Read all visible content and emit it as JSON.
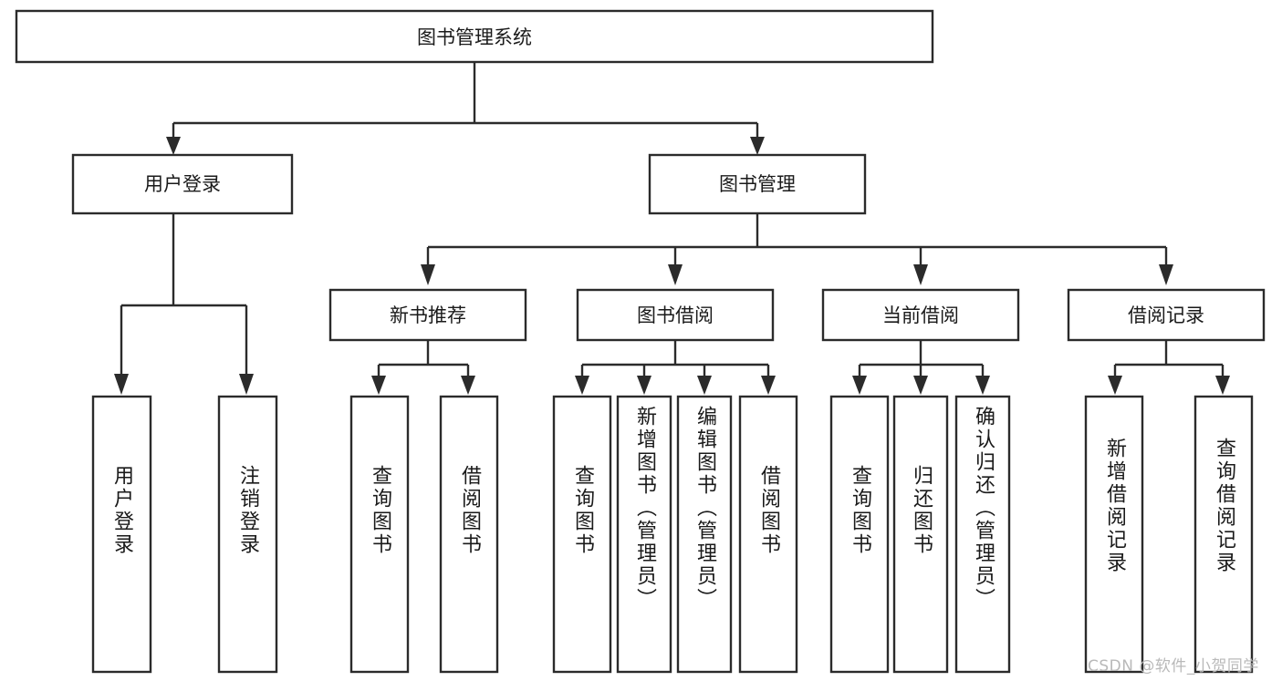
{
  "diagram": {
    "type": "tree",
    "title": "图书管理系统",
    "colors": {
      "box_fill": "#ffffff",
      "box_stroke": "#2b2b2b",
      "text": "#1a1a1a",
      "watermark": "#b9b9b9",
      "background": "#ffffff"
    },
    "root": {
      "id": "root",
      "label": "图书管理系统",
      "orientation": "horizontal"
    },
    "level2": [
      {
        "id": "user-login",
        "label": "用户登录",
        "orientation": "horizontal"
      },
      {
        "id": "book-manage",
        "label": "图书管理",
        "orientation": "horizontal"
      }
    ],
    "level3": [
      {
        "id": "new-book-recommend",
        "label": "新书推荐",
        "orientation": "horizontal",
        "parent": "book-manage"
      },
      {
        "id": "book-borrow",
        "label": "图书借阅",
        "orientation": "horizontal",
        "parent": "book-manage"
      },
      {
        "id": "current-borrow",
        "label": "当前借阅",
        "orientation": "horizontal",
        "parent": "book-manage"
      },
      {
        "id": "borrow-record",
        "label": "借阅记录",
        "orientation": "horizontal",
        "parent": "book-manage"
      }
    ],
    "leaves": [
      {
        "id": "leaf-user-login",
        "label": "用户登录",
        "parent": "user-login",
        "align": "center"
      },
      {
        "id": "leaf-user-logout",
        "label": "注销登录",
        "parent": "user-login",
        "align": "center"
      },
      {
        "id": "leaf-query-book-1",
        "label": "查询图书",
        "parent": "new-book-recommend",
        "align": "center"
      },
      {
        "id": "leaf-borrow-book-1",
        "label": "借阅图书",
        "parent": "new-book-recommend",
        "align": "center"
      },
      {
        "id": "leaf-query-book-2",
        "label": "查询图书",
        "parent": "book-borrow",
        "align": "center"
      },
      {
        "id": "leaf-add-book",
        "label": "新增图书（管理员）",
        "parent": "book-borrow",
        "align": "top"
      },
      {
        "id": "leaf-edit-book",
        "label": "编辑图书（管理员）",
        "parent": "book-borrow",
        "align": "top"
      },
      {
        "id": "leaf-borrow-book-2",
        "label": "借阅图书",
        "parent": "book-borrow",
        "align": "center"
      },
      {
        "id": "leaf-query-book-3",
        "label": "查询图书",
        "parent": "current-borrow",
        "align": "center"
      },
      {
        "id": "leaf-return-book",
        "label": "归还图书",
        "parent": "current-borrow",
        "align": "center"
      },
      {
        "id": "leaf-confirm-return",
        "label": "确认归还（管理员）",
        "parent": "current-borrow",
        "align": "top"
      },
      {
        "id": "leaf-add-record",
        "label": "新增借阅记录",
        "parent": "borrow-record",
        "align": "center"
      },
      {
        "id": "leaf-query-record",
        "label": "查询借阅记录",
        "parent": "borrow-record",
        "align": "center"
      }
    ]
  },
  "watermark": {
    "text": "CSDN @软件_小贺同学"
  }
}
